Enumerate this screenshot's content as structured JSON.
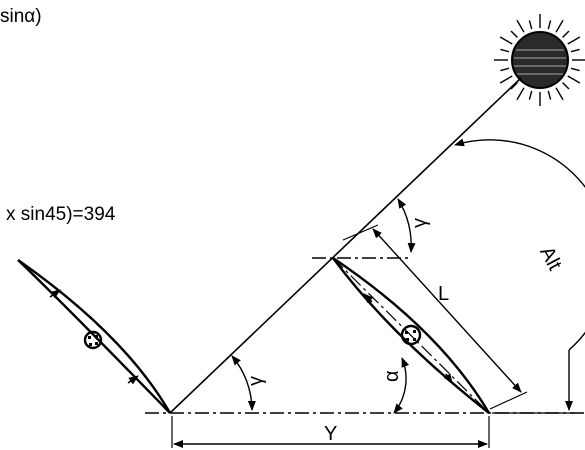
{
  "formula_top": "sinα)",
  "formula_mid": "x sin45)=394",
  "labels": {
    "gamma": "γ",
    "alpha": "α",
    "L": "L",
    "Y": "Y",
    "Alt": "Alt"
  },
  "icons": {
    "sun": "sun-icon",
    "panel": "solar-panel-icon"
  }
}
